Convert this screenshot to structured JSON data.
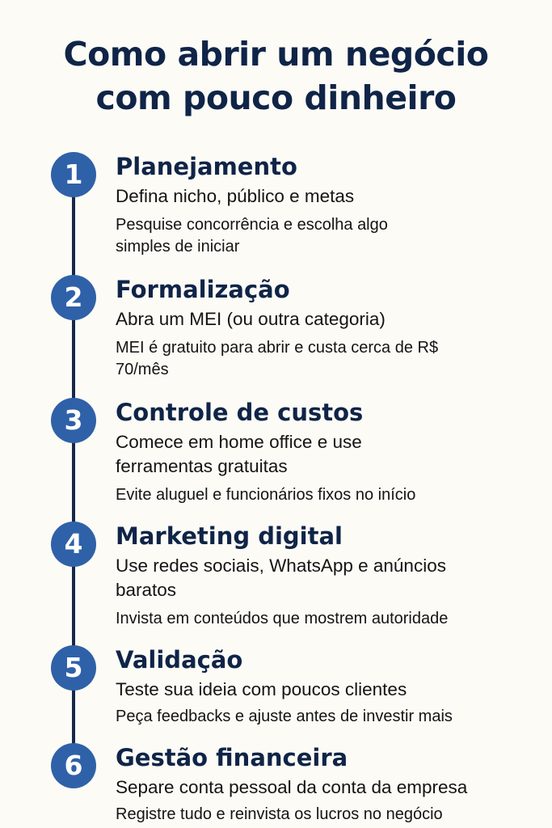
{
  "title": {
    "line1": "Como abrir um negócio",
    "line2": "com pouco dinheiro"
  },
  "colors": {
    "background": "#fcfbf6",
    "title": "#0f2447",
    "badge": "#2f61a8",
    "timeline": "#16284a",
    "body_text": "#141414"
  },
  "steps": [
    {
      "number": "1",
      "title": "Planejamento",
      "main": "Defina nicho, público e metas",
      "detail": "Pesquise concorrência e escolha algo simples de iniciar"
    },
    {
      "number": "2",
      "title": "Formalização",
      "main": "Abra um MEI (ou outra categoria)",
      "detail": "MEI é gratuito para abrir e custa cerca de R$ 70/mês"
    },
    {
      "number": "3",
      "title": "Controle de custos",
      "main": "Comece em home office e use ferramentas gratuitas",
      "detail": "Evite aluguel e funcionários fixos no início"
    },
    {
      "number": "4",
      "title": "Marketing digital",
      "main": "Use redes sociais, WhatsApp e anúncios baratos",
      "detail": "Invista em conteúdos que mostrem autoridade"
    },
    {
      "number": "5",
      "title": "Validação",
      "main": "Teste sua ideia com poucos clientes",
      "detail": "Peça feedbacks e ajuste antes de investir mais"
    },
    {
      "number": "6",
      "title": "Gestão financeira",
      "main": "Separe conta pessoal da conta da empresa",
      "detail": "Registre tudo e reinvista os lucros no negócio"
    }
  ]
}
